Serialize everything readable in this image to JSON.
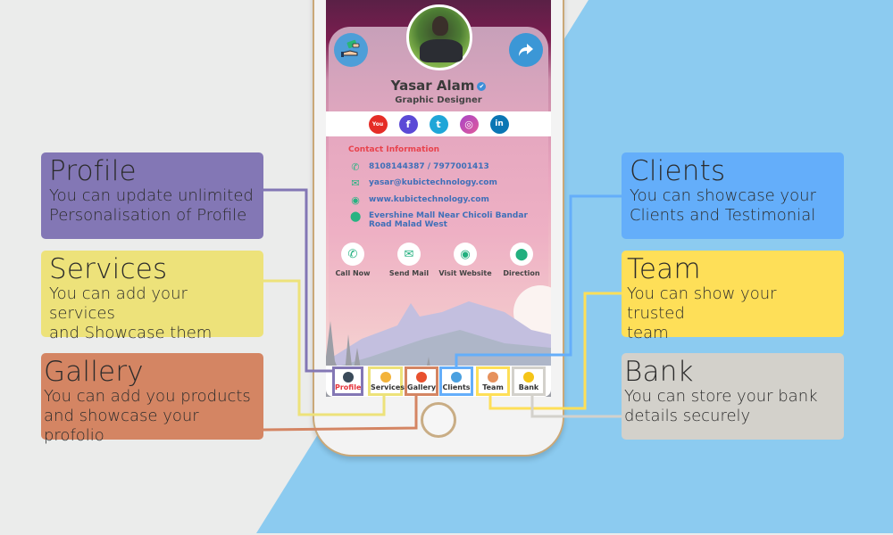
{
  "colors": {
    "background": "#ebeceb",
    "blue_area": "#8ccbf0",
    "profile": "#8377b5",
    "services": "#ede27a",
    "gallery": "#d48563",
    "clients": "#64aefa",
    "team": "#fedf58",
    "bank": "#d3d1cb"
  },
  "features": {
    "profile": {
      "title": "Profile",
      "desc1": "You can update unlimited",
      "desc2": "Personalisation of Profile"
    },
    "services": {
      "title": "Services",
      "desc1": "You can add your services",
      "desc2": "and Showcase them"
    },
    "gallery": {
      "title": "Gallery",
      "desc1": "You can add you products",
      "desc2": "and showcase your profolio"
    },
    "clients": {
      "title": "Clients",
      "desc1": "You can showcase your",
      "desc2": "Clients and Testimonial"
    },
    "team": {
      "title": "Team",
      "desc1": "You can show your trusted",
      "desc2": "team"
    },
    "bank": {
      "title": "Bank",
      "desc1": "You can store your bank",
      "desc2": "details securely"
    }
  },
  "phone": {
    "left_icon": "money-handshake-icon",
    "share_icon": "share-icon",
    "name": "Yasar Alam",
    "verified_mark": "✔",
    "job_title": "Graphic Designer",
    "social": [
      {
        "name": "youtube",
        "glyph": "You"
      },
      {
        "name": "facebook",
        "glyph": "f"
      },
      {
        "name": "twitter",
        "glyph": "t"
      },
      {
        "name": "instagram",
        "glyph": "◎"
      },
      {
        "name": "linkedin",
        "glyph": "in"
      }
    ],
    "contact_heading": "Contact Information",
    "contacts": {
      "phone": "8108144387 / 7977001413",
      "email": "yasar@kubictechnology.com",
      "website": "www.kubictechnology.com",
      "address1": "Evershine Mall Near Chicoli Bandar",
      "address2": "Road Malad West"
    },
    "actions": [
      "Call Now",
      "Send Mail",
      "Visit Website",
      "Direction"
    ],
    "tabs": [
      "Profile",
      "Services",
      "Gallery",
      "Clients",
      "Team",
      "Bank"
    ]
  }
}
